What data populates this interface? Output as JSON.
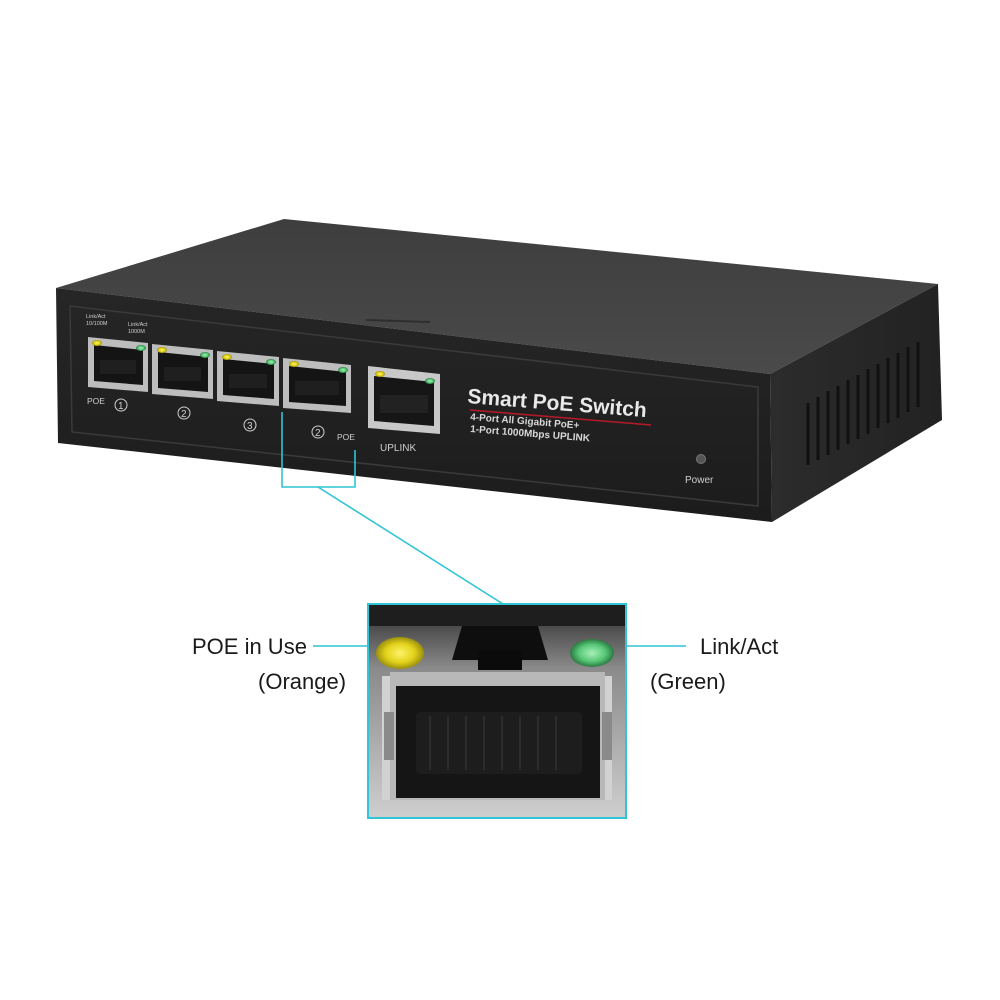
{
  "device": {
    "brand_title": "Smart PoE Switch",
    "spec_line_1": "4-Port All Gigabit  PoE+",
    "spec_line_2": "1-Port 1000Mbps UPLINK",
    "led_header_1_line_1": "Link/Act",
    "led_header_1_line_2": "10/100M",
    "led_header_2_line_1": "Link/Act",
    "led_header_2_line_2": "1000M",
    "poe_label_left": "POE",
    "poe_label_right": "POE",
    "port_numbers": [
      "1",
      "2",
      "3",
      "2"
    ],
    "uplink_label": "UPLINK",
    "power_label": "Power"
  },
  "callout": {
    "left_label": "POE in Use",
    "left_color": "(Orange)",
    "right_label": "Link/Act",
    "right_color": "(Green)"
  },
  "colors": {
    "callout_line": "#2fc4d6",
    "poe_led": "#e2d21a",
    "link_led": "#58c878",
    "switch_body": "#2a2a2a"
  }
}
